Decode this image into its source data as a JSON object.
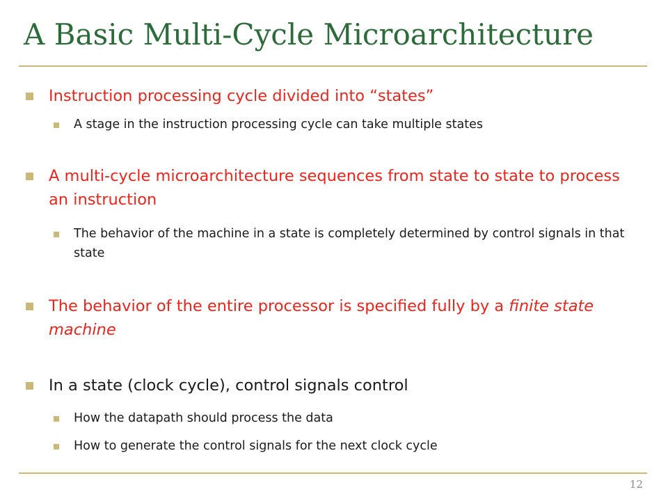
{
  "colors": {
    "title": "#2e6b3a",
    "rule": "#c9b877",
    "bullet_marker": "#c9b877",
    "emphasis_text": "#e8261e",
    "body_text": "#1a1a1a",
    "page_number": "#8a8a8a"
  },
  "slide": {
    "title": "A Basic Multi-Cycle Microarchitecture",
    "page_number": "12",
    "bullets": [
      {
        "level": 1,
        "emphasis": true,
        "text": "Instruction processing cycle divided into “states”"
      },
      {
        "level": 2,
        "emphasis": false,
        "text": "A stage in the instruction processing cycle can take multiple states"
      },
      {
        "level": 1,
        "emphasis": true,
        "text": "A multi-cycle microarchitecture sequences from state to state to process an instruction"
      },
      {
        "level": 2,
        "emphasis": false,
        "text": "The behavior of the machine in a state is completely determined by control signals in that state"
      },
      {
        "level": 1,
        "emphasis": true,
        "text": "The behavior of the entire processor is specified fully by a",
        "italic_text": "finite state machine"
      },
      {
        "level": 1,
        "emphasis": false,
        "text": "In a state (clock cycle), control signals control"
      },
      {
        "level": 2,
        "emphasis": false,
        "text": "How the datapath should process the data"
      },
      {
        "level": 2,
        "emphasis": false,
        "text": "How to generate the control signals for the next clock cycle"
      }
    ]
  }
}
